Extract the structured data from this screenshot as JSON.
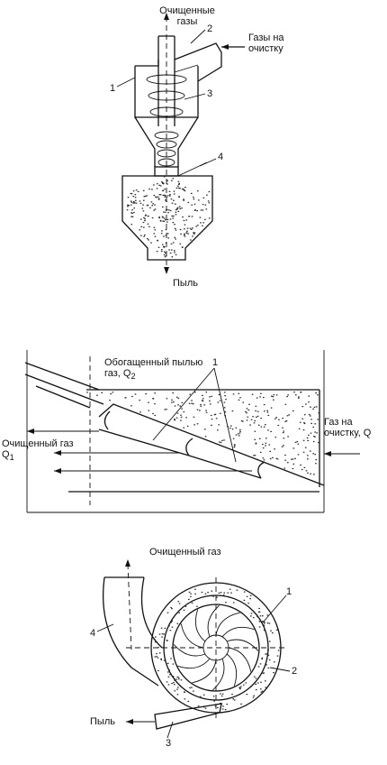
{
  "figure1": {
    "title": "Очищенные газы",
    "inlet": "Газы на очистку",
    "outlet": "Пыль",
    "numbers": [
      "1",
      "2",
      "3",
      "4"
    ]
  },
  "figure2": {
    "top_label": "Обогащенный пылью газ, Q",
    "top_sub": "2",
    "left_label": "Очищенный газ  Q",
    "left_sub": "1",
    "right_label": "Газ на очистку, Q",
    "number": "1"
  },
  "figure3": {
    "title": "Очищенный газ",
    "outlet": "Пыль",
    "numbers": [
      "1",
      "2",
      "3",
      "4"
    ]
  }
}
